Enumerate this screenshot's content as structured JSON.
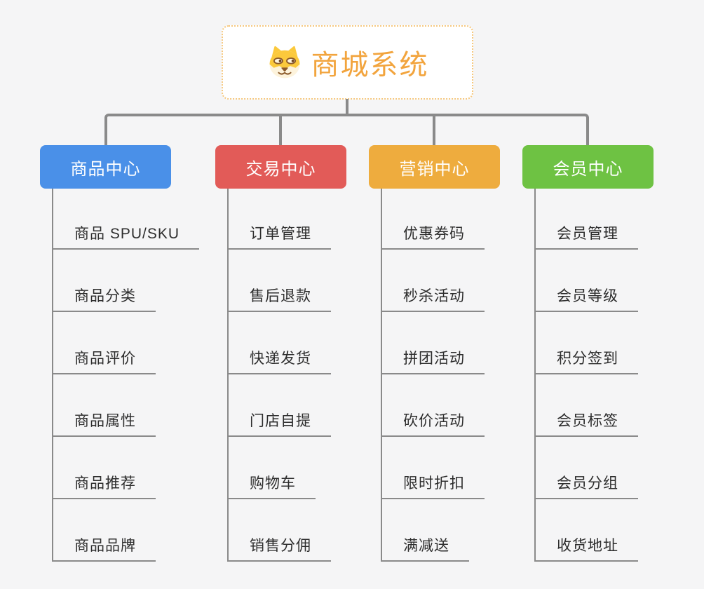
{
  "root": {
    "title": "商城系统",
    "icon": "dog-face-icon"
  },
  "branches": [
    {
      "label": "商品中心",
      "color": "#4a90e8",
      "items": [
        "商品 SPU/SKU",
        "商品分类",
        "商品评价",
        "商品属性",
        "商品推荐",
        "商品品牌"
      ]
    },
    {
      "label": "交易中心",
      "color": "#e25b58",
      "items": [
        "订单管理",
        "售后退款",
        "快递发货",
        "门店自提",
        "购物车",
        "销售分佣"
      ]
    },
    {
      "label": "营销中心",
      "color": "#eeac3e",
      "items": [
        "优惠券码",
        "秒杀活动",
        "拼团活动",
        "砍价活动",
        "限时折扣",
        "满减送"
      ]
    },
    {
      "label": "会员中心",
      "color": "#6ec243",
      "items": [
        "会员管理",
        "会员等级",
        "积分签到",
        "会员标签",
        "会员分组",
        "收货地址"
      ]
    }
  ],
  "colors": {
    "background": "#f5f5f6",
    "connector_line": "#8a8a8a",
    "leaf_text": "#2d2d2d",
    "root_text": "#f2a43d",
    "root_border": "#f6c87e",
    "root_background": "#ffffff"
  }
}
